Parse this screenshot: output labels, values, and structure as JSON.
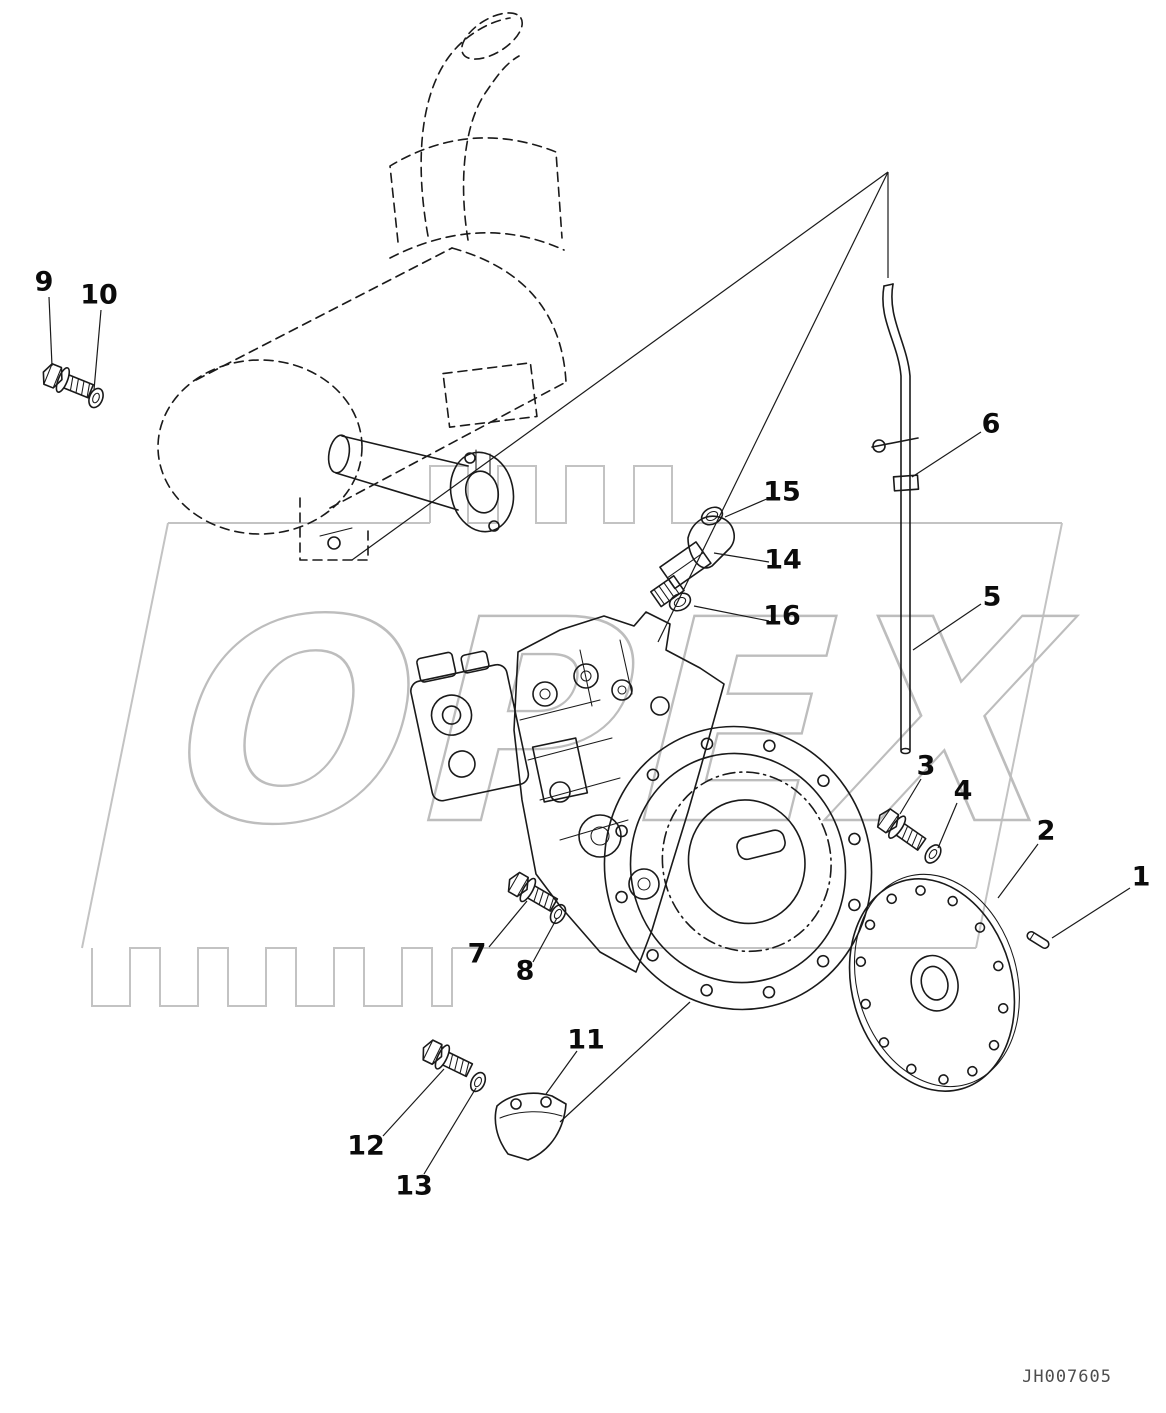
{
  "diagram": {
    "watermark": "OPEX",
    "drawing_code": "JH007605",
    "callouts": [
      {
        "id": "1"
      },
      {
        "id": "2"
      },
      {
        "id": "3"
      },
      {
        "id": "4"
      },
      {
        "id": "5"
      },
      {
        "id": "6"
      },
      {
        "id": "7"
      },
      {
        "id": "8"
      },
      {
        "id": "9"
      },
      {
        "id": "10"
      },
      {
        "id": "11"
      },
      {
        "id": "12"
      },
      {
        "id": "13"
      },
      {
        "id": "14"
      },
      {
        "id": "15"
      },
      {
        "id": "16"
      }
    ]
  }
}
